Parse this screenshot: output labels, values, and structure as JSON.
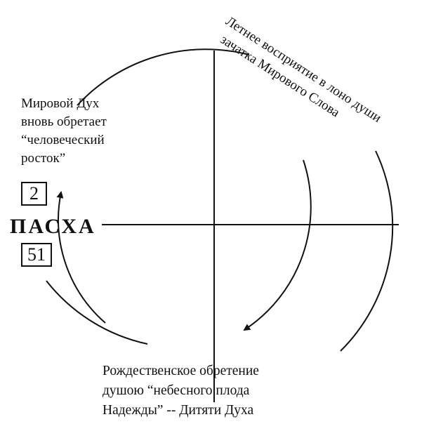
{
  "left_text": {
    "lines": [
      "Мировой Дух",
      "вновь обретает",
      "“человеческий",
      "росток”"
    ]
  },
  "top_number": "2",
  "center_label": "ПАСХА",
  "bottom_number": "51",
  "diagonal_text": {
    "lines": [
      "Летнее восприятие в лоно души",
      "зачатка Мирового Слова"
    ]
  },
  "bottom_text": {
    "lines": [
      "Рождественское обретение",
      "душою “небесного плода",
      "Надежды” -- Дитяти Духа"
    ]
  }
}
